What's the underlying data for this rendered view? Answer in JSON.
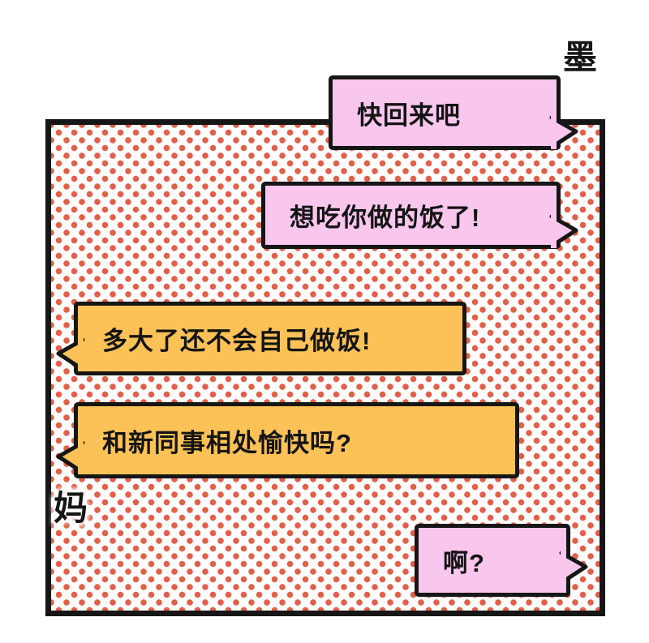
{
  "labels": {
    "top_right": "墨",
    "bottom_left": "妈"
  },
  "palette": {
    "dot": "#e0604a",
    "pink_bubble": "#f9c6ee",
    "yellow_bubble": "#fcc257",
    "outline": "#161616",
    "background": "#ffffff"
  },
  "bubbles": [
    {
      "text": "快回来吧",
      "style": "pink",
      "tail": "right"
    },
    {
      "text": "想吃你做的饭了!",
      "style": "pink",
      "tail": "right"
    },
    {
      "text": "多大了还不会自己做饭!",
      "style": "yellow",
      "tail": "left"
    },
    {
      "text": "和新同事相处愉快吗?",
      "style": "yellow",
      "tail": "left"
    },
    {
      "text": "啊?",
      "style": "pink",
      "tail": "right"
    }
  ]
}
